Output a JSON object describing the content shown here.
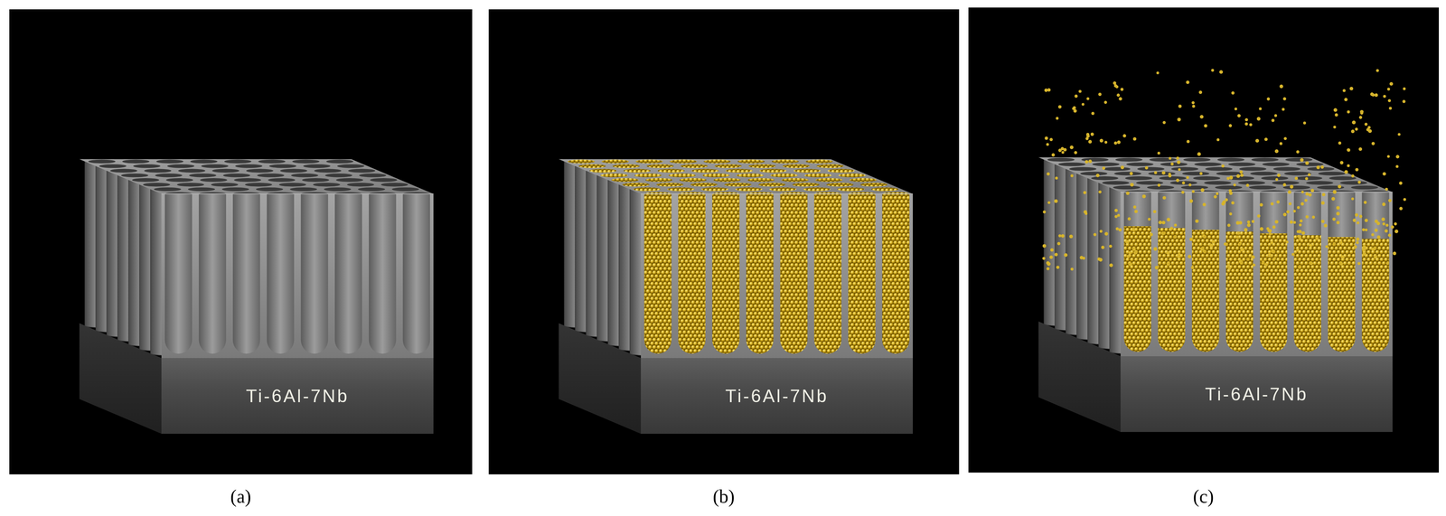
{
  "diagram": {
    "nodes": [
      {
        "text": [
          "Ti-6Al-7Nb"
        ]
      },
      {
        "text": [
          "Ti-6Al-7Nb"
        ]
      },
      {
        "text": [
          "Ti-6Al-7Nb"
        ]
      }
    ],
    "labels": [
      "(a)",
      "(b)",
      "(c)"
    ]
  }
}
